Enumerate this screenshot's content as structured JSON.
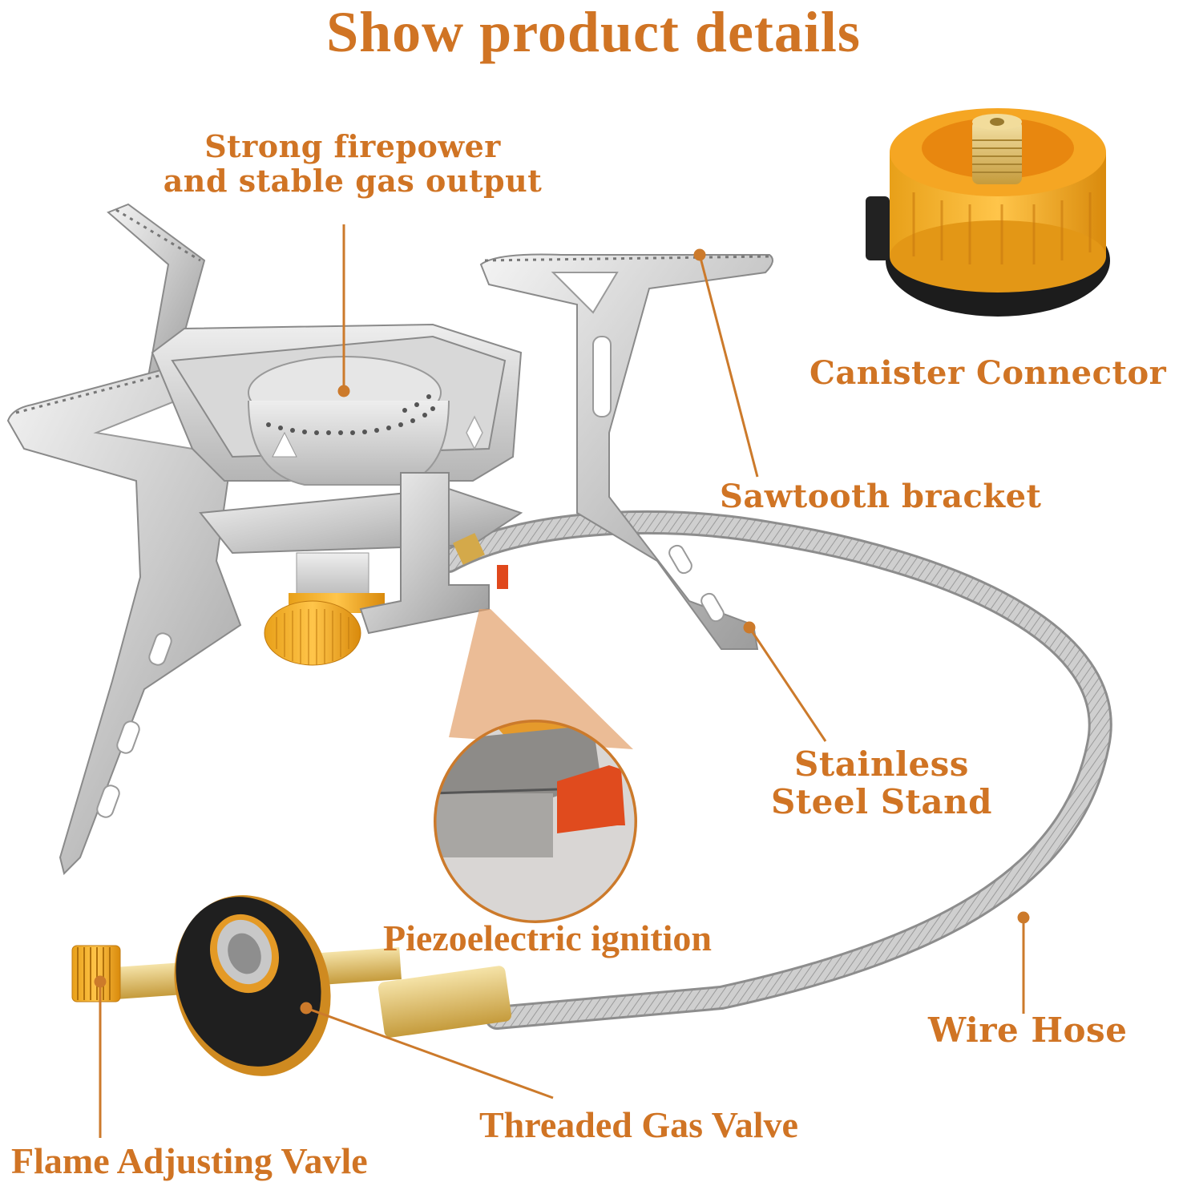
{
  "title": "Show product details",
  "accent_color": "#d07424",
  "callouts": {
    "firepower": {
      "line1": "Strong firepower",
      "line2": "and stable gas output"
    },
    "canister_connector": "Canister Connector",
    "sawtooth_bracket": "Sawtooth bracket",
    "stand": {
      "line1": "Stainless",
      "line2": "Steel Stand"
    },
    "piezo_ignition": "Piezoelectric ignition",
    "wire_hose": "Wire Hose",
    "threaded_valve": "Threaded Gas Valve",
    "flame_valve": "Flame Adjusting Vavle"
  }
}
